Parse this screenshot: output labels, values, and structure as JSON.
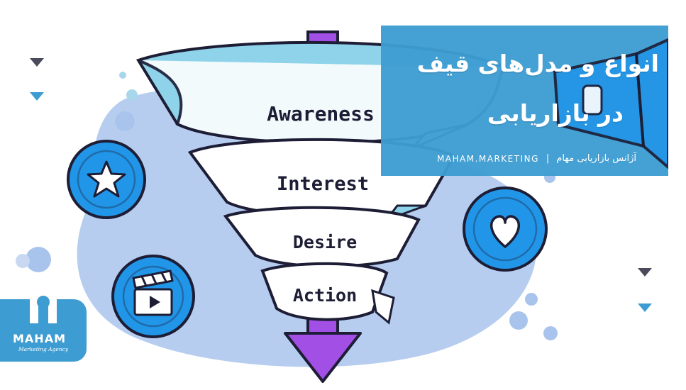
{
  "title": {
    "line1": "انواع و مدل‌های قیف",
    "line2": "در بازاریابی"
  },
  "agency": {
    "site": "MAHAM.MARKETING",
    "separator": "|",
    "name": "آژانس بازاریابی مهام"
  },
  "logo": {
    "name": "MAHAM",
    "tagline": "Marketing Agency"
  },
  "funnel": {
    "stages": [
      "Awareness",
      "Interest",
      "Desire",
      "Action"
    ]
  },
  "icons": [
    "star-icon",
    "heart-icon",
    "clapperboard-icon",
    "megaphone-icon"
  ],
  "colors": {
    "primary_blue": "#3d9cd1",
    "bright_blue": "#2196e8",
    "arrow_purple": "#a24fe6",
    "blob_blue": "#a9c4ec",
    "outline": "#1d1d35"
  }
}
